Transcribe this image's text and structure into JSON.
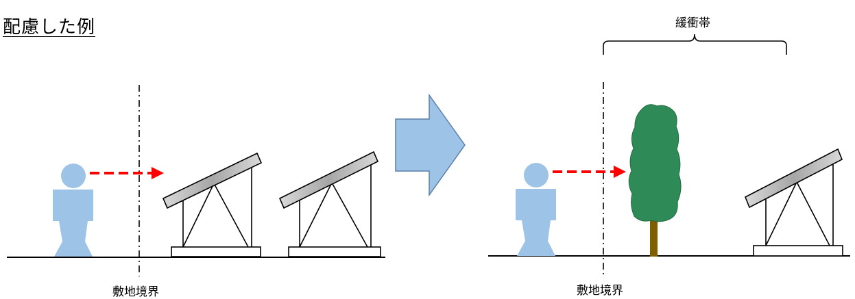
{
  "title": "配慮した例",
  "left_scene": {
    "boundary_label": "敷地境界"
  },
  "right_scene": {
    "boundary_label": "敷地境界",
    "buffer_label": "緩衝帯"
  },
  "colors": {
    "person": "#9dc3e6",
    "sight_arrow": "#ff0000",
    "transition_arrow_fill": "#9dc3e6",
    "transition_arrow_stroke": "#5b7fa8",
    "tree_crown": "#2e8b57",
    "tree_trunk": "#7f6000",
    "panel_fill": "#bfbfbf",
    "line": "#000000"
  },
  "icons": {
    "person": "person-icon",
    "tree": "tree-icon",
    "solar_panel": "solar-panel-icon",
    "transition_arrow": "right-arrow-icon"
  }
}
